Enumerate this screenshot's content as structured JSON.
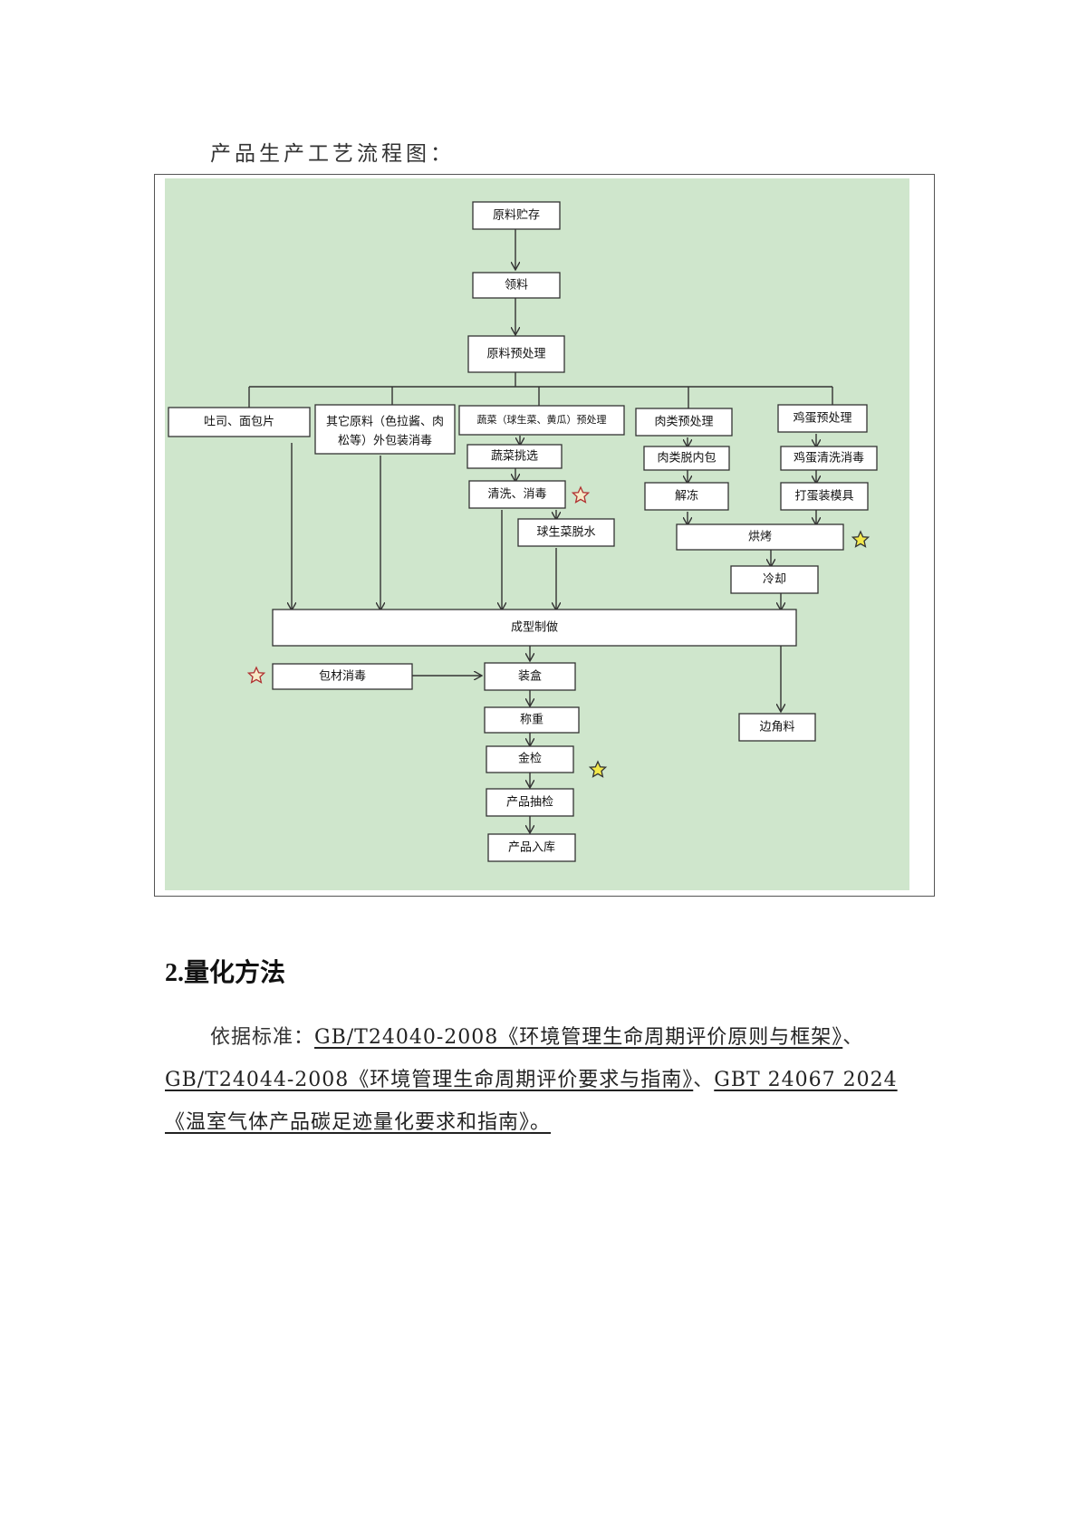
{
  "intro": "产品生产工艺流程图：",
  "flowchart": {
    "nodes": {
      "raw_storage": "原料贮存",
      "picking": "领料",
      "pretreat": "原料预处理",
      "toast": "吐司、面包片",
      "other_line1": "其它原料（色拉酱、肉",
      "other_line2": "松等）外包装消毒",
      "veg_pre": "蔬菜（球生菜、黄瓜）预处理",
      "meat_pre": "肉类预处理",
      "egg_pre": "鸡蛋预处理",
      "veg_select": "蔬菜挑选",
      "wash": "清洗、消毒",
      "lettuce": "球生菜脱水",
      "meat_unpack": "肉类脱内包",
      "thaw": "解冻",
      "egg_clean": "鸡蛋清洗消毒",
      "egg_mold": "打蛋装模具",
      "bake": "烘烤",
      "cool": "冷却",
      "form": "成型制做",
      "pack_disinfect": "包材消毒",
      "boxing": "装盒",
      "weigh": "称重",
      "metal": "金检",
      "sample": "产品抽检",
      "store": "产品入库",
      "scrap": "边角料"
    },
    "star_colors": {
      "red_outline": "#b03030",
      "yellow_fill": "#f2e84a"
    }
  },
  "section": {
    "number": "2.",
    "title": "量化方法"
  },
  "paragraph": {
    "lead": "依据标准：",
    "std1": "GB/T24040-2008《环境管理生命周期评价原则与框架》",
    "sep1": "、",
    "std2": "GB/T24044-2008《环境管理生命周期评价要求与指南》",
    "sep2": "、",
    "std3": "GBT 24067 2024《温室气体产品碳足迹量化要求和指南》",
    "end": "。"
  }
}
